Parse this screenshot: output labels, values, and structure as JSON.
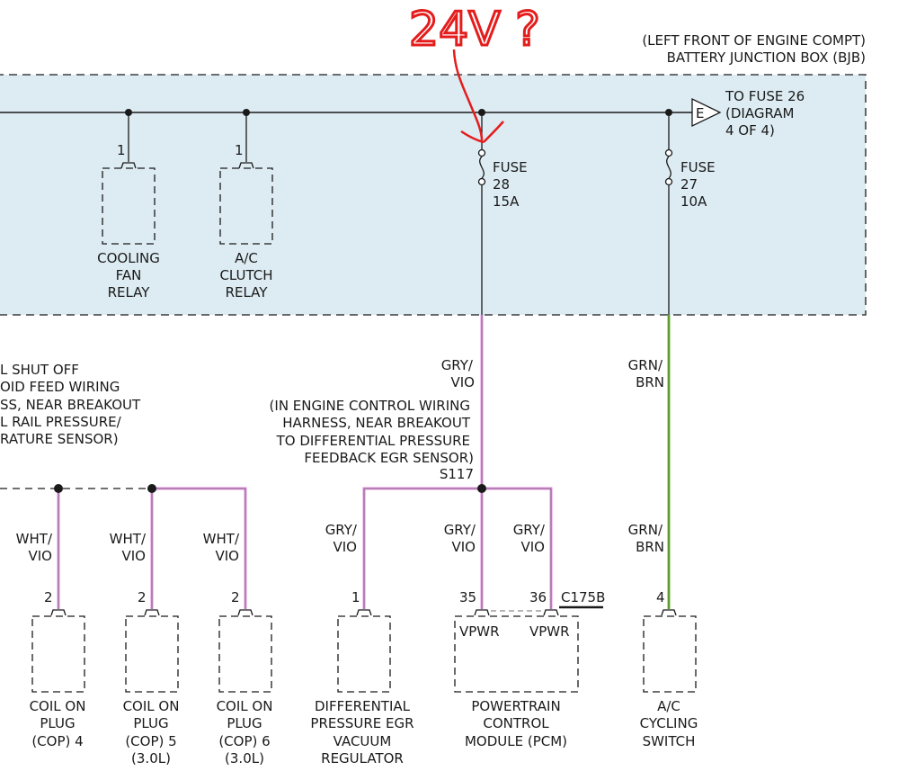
{
  "bjb": {
    "location": "(LEFT FRONT OF ENGINE COMPT)",
    "name": "BATTERY JUNCTION BOX (BJB)"
  },
  "connector_e": {
    "letter": "E",
    "line1": "TO FUSE 26",
    "line2": "(DIAGRAM",
    "line3": "4 OF 4)"
  },
  "handwriting": {
    "text": "24V ?"
  },
  "relays": [
    {
      "pin": "1",
      "l1": "COOLING",
      "l2": "FAN",
      "l3": "RELAY"
    },
    {
      "pin": "1",
      "l1": "A/C",
      "l2": "CLUTCH",
      "l3": "RELAY"
    }
  ],
  "fuses": [
    {
      "title": "FUSE",
      "number": "28",
      "rating": "15A"
    },
    {
      "title": "FUSE",
      "number": "27",
      "rating": "10A"
    }
  ],
  "left_note": [
    "L SHUT OFF",
    "OID FEED WIRING",
    "SS, NEAR BREAKOUT",
    "L RAIL PRESSURE/",
    "RATURE SENSOR)"
  ],
  "splice_note": [
    "(IN ENGINE CONTROL WIRING",
    "HARNESS, NEAR BREAKOUT",
    "TO DIFFERENTIAL PRESSURE",
    "FEEDBACK EGR SENSOR)"
  ],
  "splice_id": "S117",
  "wires": {
    "gry_vio_top": [
      "GRY/",
      "VIO"
    ],
    "grn_brn_top": [
      "GRN/",
      "BRN"
    ],
    "coil4": [
      "WHT/",
      "VIO"
    ],
    "coil5": [
      "WHT/",
      "VIO"
    ],
    "coil6": [
      "WHT/",
      "VIO"
    ],
    "egr": [
      "GRY/",
      "VIO"
    ],
    "pcm35": [
      "GRY/",
      "VIO"
    ],
    "pcm36": [
      "GRY/",
      "VIO"
    ],
    "ac_switch": [
      "GRN/",
      "BRN"
    ]
  },
  "pins": {
    "coil4": "2",
    "coil5": "2",
    "coil6": "2",
    "egr": "1",
    "pcm35": "35",
    "pcm36": "36",
    "ac_switch": "4"
  },
  "connector_id": "C175B",
  "pcm_labels": [
    "VPWR",
    "VPWR"
  ],
  "components": [
    {
      "key": "coil4",
      "lines": [
        "COIL ON",
        "PLUG",
        "(COP) 4"
      ]
    },
    {
      "key": "coil5",
      "lines": [
        "COIL ON",
        "PLUG",
        "(COP) 5",
        "(3.0L)"
      ]
    },
    {
      "key": "coil6",
      "lines": [
        "COIL ON",
        "PLUG",
        "(COP) 6",
        "(3.0L)"
      ]
    },
    {
      "key": "egr",
      "lines": [
        "DIFFERENTIAL",
        "PRESSURE EGR",
        "VACUUM",
        "REGULATOR"
      ]
    },
    {
      "key": "pcm",
      "lines": [
        "POWERTRAIN",
        "CONTROL",
        "MODULE (PCM)"
      ]
    },
    {
      "key": "ac_switch",
      "lines": [
        "A/C",
        "CYCLING",
        "SWITCH"
      ]
    }
  ],
  "colors": {
    "box_fill": "#ddecf3",
    "wire_gry_vio": "#e38ce0",
    "wire_wht_vio": "#e38ce0",
    "wire_grn_brn": "#6cbf3a",
    "ink": "#1a1a1a",
    "annotation": "#e41c1c"
  }
}
